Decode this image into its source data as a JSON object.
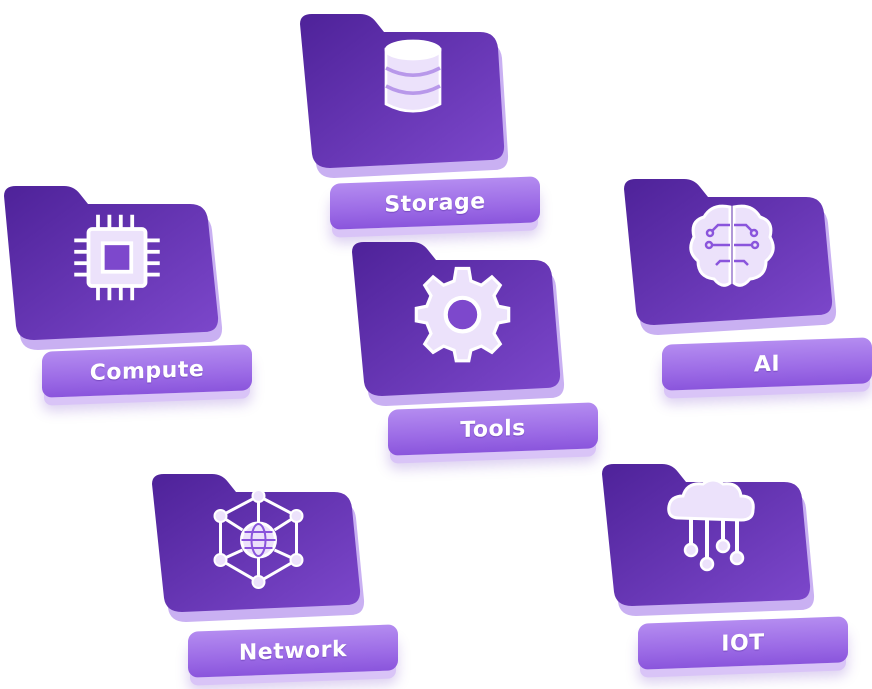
{
  "tiles": [
    {
      "id": "storage",
      "label": "Storage",
      "icon": "database-icon"
    },
    {
      "id": "compute",
      "label": "Compute",
      "icon": "cpu-chip-icon"
    },
    {
      "id": "tools",
      "label": "Tools",
      "icon": "gear-icon"
    },
    {
      "id": "ai",
      "label": "AI",
      "icon": "brain-circuit-icon"
    },
    {
      "id": "network",
      "label": "Network",
      "icon": "globe-network-icon"
    },
    {
      "id": "iot",
      "label": "IOT",
      "icon": "cloud-iot-icon"
    }
  ],
  "colors": {
    "folder_dark": "#5b2aa8",
    "folder_mid": "#7b45c9",
    "folder_side": "#a47ae6",
    "label_top": "#b48cf0",
    "label_bottom": "#8a55dc",
    "icon_fill": "#ffffff"
  }
}
